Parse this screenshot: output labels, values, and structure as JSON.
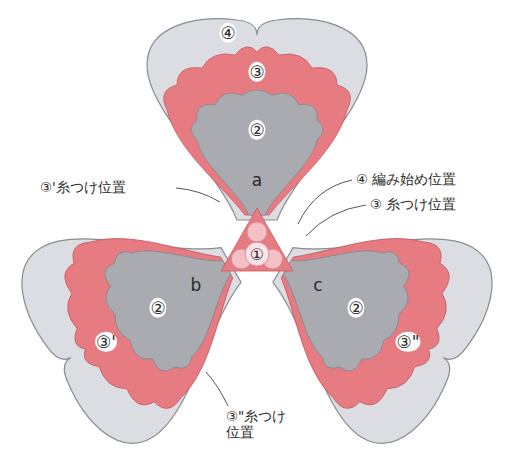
{
  "diagram": {
    "labels": [
      "④",
      "③",
      "②",
      "③'糸つけ位置",
      "④ 編み始め位置",
      "a",
      "③ 糸つけ位置",
      "①",
      "b",
      "c",
      "②",
      "②",
      "③'",
      "③\"",
      "③\"糸つけ位置"
    ]
  }
}
